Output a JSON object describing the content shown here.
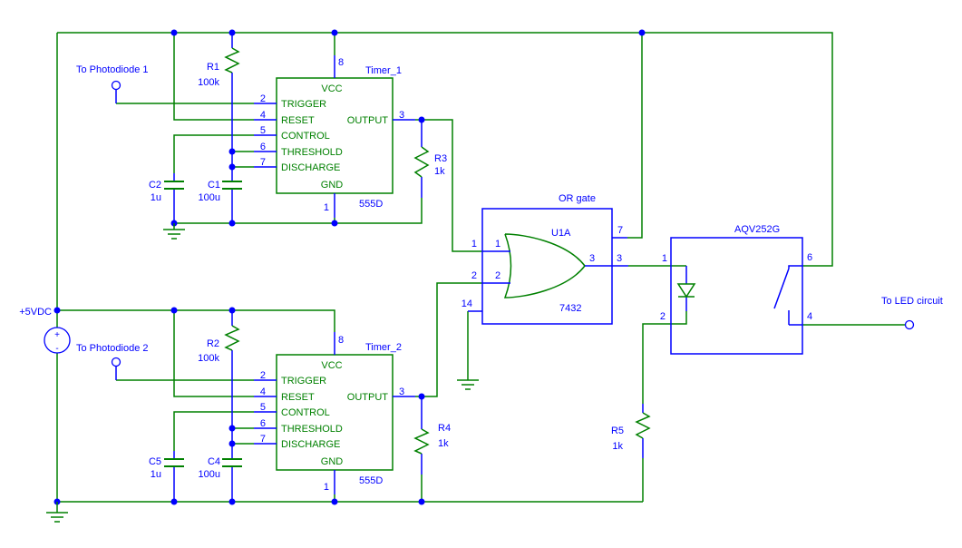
{
  "colors": {
    "wire": "#008000",
    "device": "#0000FF"
  },
  "labels": {
    "power": "+5VDC",
    "plus": "+",
    "minus": "-",
    "photodiode1": "To Photodiode 1",
    "photodiode2": "To Photodiode 2",
    "led": "To LED circuit"
  },
  "timer_pins": {
    "vcc": "VCC",
    "gnd": "GND",
    "trigger": "TRIGGER",
    "reset": "RESET",
    "control": "CONTROL",
    "threshold": "THRESHOLD",
    "discharge": "DISCHARGE",
    "output": "OUTPUT",
    "n8": "8",
    "n1": "1",
    "n2": "2",
    "n4": "4",
    "n5": "5",
    "n6": "6",
    "n7": "7",
    "n3": "3"
  },
  "timer1": {
    "title": "Timer_1",
    "part": "555D"
  },
  "timer2": {
    "title": "Timer_2",
    "part": "555D"
  },
  "or_gate": {
    "title": "OR gate",
    "designator": "U1A",
    "part": "7432",
    "pin_in1": "1",
    "pin_in2": "2",
    "pin_out": "3",
    "pin_vcc": "7",
    "pin_gnd": "14"
  },
  "opto": {
    "title": "AQV252G",
    "pin1": "1",
    "pin2": "2",
    "pin6": "6",
    "pin4": "4"
  },
  "r1": {
    "ref": "R1",
    "value": "100k"
  },
  "r2": {
    "ref": "R2",
    "value": "100k"
  },
  "r3": {
    "ref": "R3",
    "value": "1k"
  },
  "r4": {
    "ref": "R4",
    "value": "1k"
  },
  "r5": {
    "ref": "R5",
    "value": "1k"
  },
  "c1": {
    "ref": "C1",
    "value": "100u"
  },
  "c2": {
    "ref": "C2",
    "value": "1u"
  },
  "c4": {
    "ref": "C4",
    "value": "100u"
  },
  "c5": {
    "ref": "C5",
    "value": "1u"
  }
}
